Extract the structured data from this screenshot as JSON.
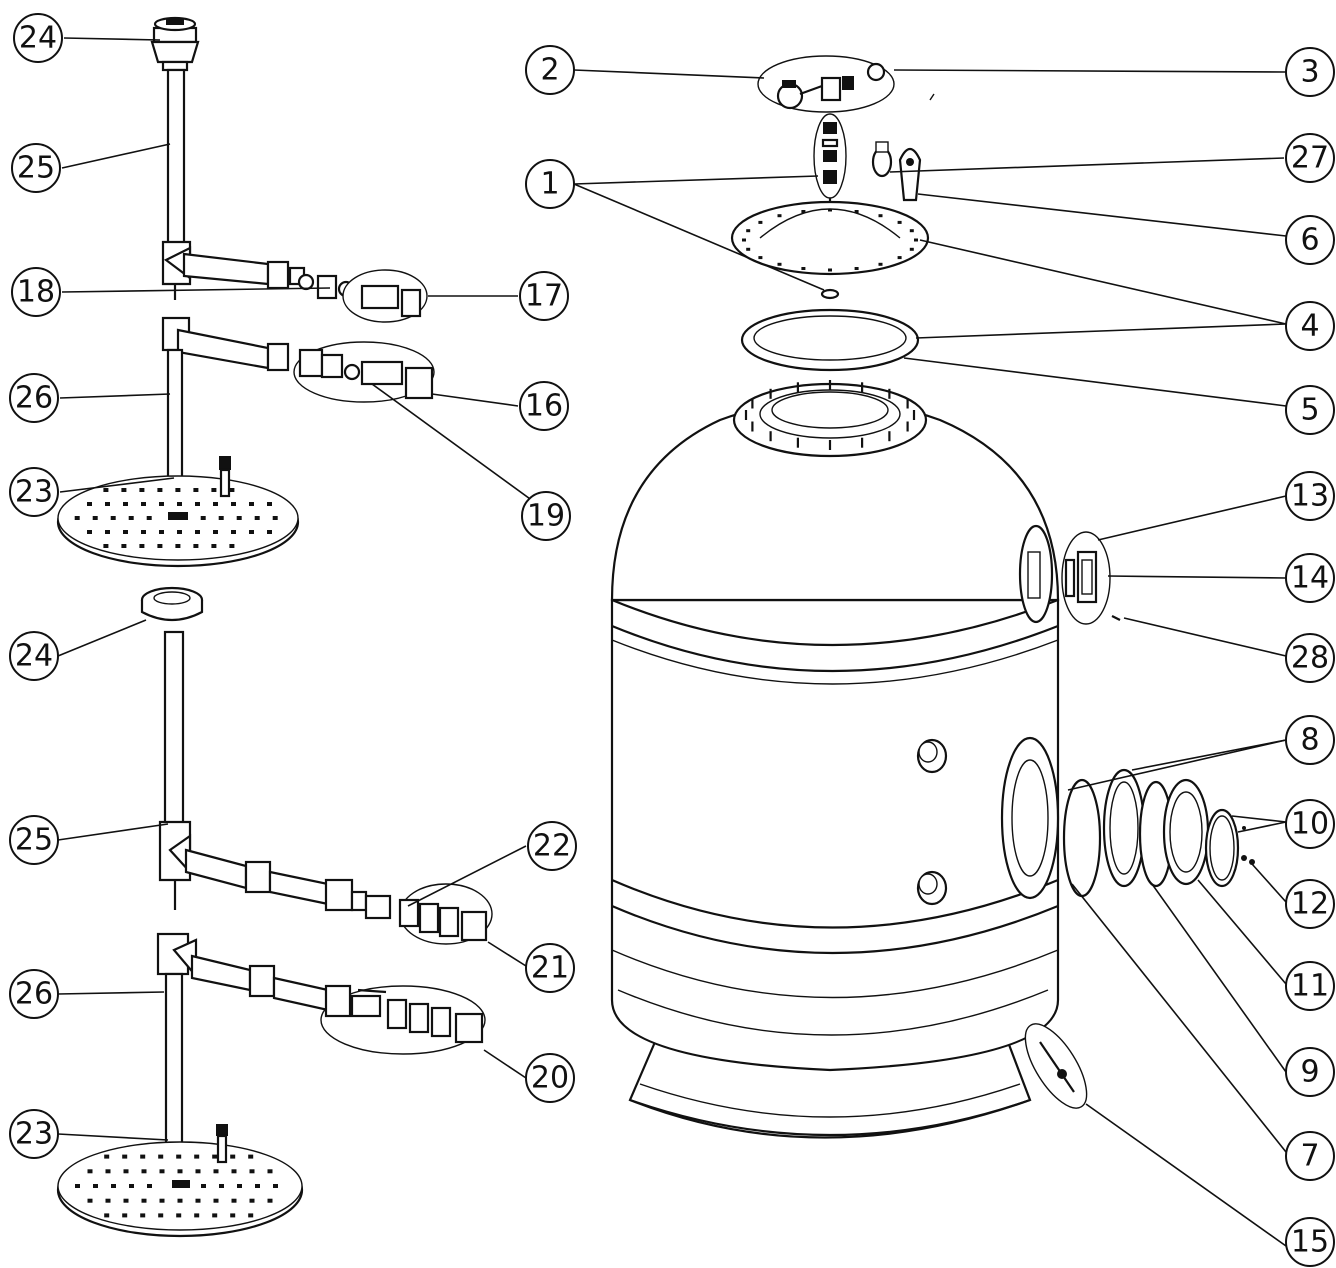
{
  "callouts": [
    {
      "id": "c24a",
      "label": "24"
    },
    {
      "id": "c25a",
      "label": "25"
    },
    {
      "id": "c18",
      "label": "18"
    },
    {
      "id": "c17",
      "label": "17"
    },
    {
      "id": "c26a",
      "label": "26"
    },
    {
      "id": "c16",
      "label": "16"
    },
    {
      "id": "c23a",
      "label": "23"
    },
    {
      "id": "c19",
      "label": "19"
    },
    {
      "id": "c24b",
      "label": "24"
    },
    {
      "id": "c25b",
      "label": "25"
    },
    {
      "id": "c22",
      "label": "22"
    },
    {
      "id": "c21",
      "label": "21"
    },
    {
      "id": "c26b",
      "label": "26"
    },
    {
      "id": "c20",
      "label": "20"
    },
    {
      "id": "c23b",
      "label": "23"
    },
    {
      "id": "c2",
      "label": "2"
    },
    {
      "id": "c3",
      "label": "3"
    },
    {
      "id": "c1",
      "label": "1"
    },
    {
      "id": "c27",
      "label": "27"
    },
    {
      "id": "c6",
      "label": "6"
    },
    {
      "id": "c4",
      "label": "4"
    },
    {
      "id": "c5",
      "label": "5"
    },
    {
      "id": "c13",
      "label": "13"
    },
    {
      "id": "c14",
      "label": "14"
    },
    {
      "id": "c28",
      "label": "28"
    },
    {
      "id": "c8",
      "label": "8"
    },
    {
      "id": "c10",
      "label": "10"
    },
    {
      "id": "c12",
      "label": "12"
    },
    {
      "id": "c11",
      "label": "11"
    },
    {
      "id": "c9",
      "label": "9"
    },
    {
      "id": "c7",
      "label": "7"
    },
    {
      "id": "c15",
      "label": "15"
    }
  ]
}
